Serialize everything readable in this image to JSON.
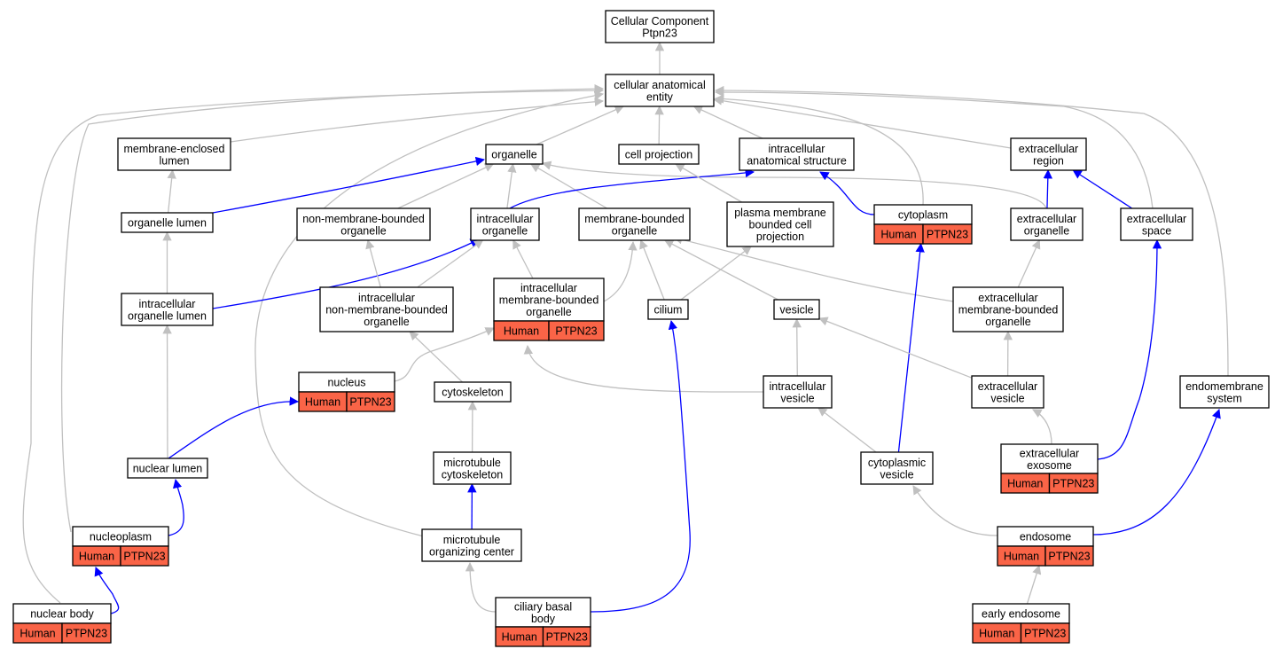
{
  "colors": {
    "gray_edge": "#c0c0c0",
    "blue_edge": "#0000ff",
    "annotation_fill": "#fa6447",
    "node_border": "#000000",
    "node_fill": "#ffffff"
  },
  "nodes": [
    {
      "id": "root",
      "lines": [
        "Cellular Component",
        "Ptpn23"
      ]
    },
    {
      "id": "cae",
      "lines": [
        "cellular anatomical",
        "entity"
      ]
    },
    {
      "id": "mel",
      "lines": [
        "membrane-enclosed",
        "lumen"
      ]
    },
    {
      "id": "organelle",
      "lines": [
        "organelle"
      ]
    },
    {
      "id": "cellproj",
      "lines": [
        "cell projection"
      ]
    },
    {
      "id": "ias",
      "lines": [
        "intracellular",
        "anatomical structure"
      ]
    },
    {
      "id": "exreg",
      "lines": [
        "extracellular",
        "region"
      ]
    },
    {
      "id": "orglumen",
      "lines": [
        "organelle lumen"
      ]
    },
    {
      "id": "nmbo",
      "lines": [
        "non-membrane-bounded",
        "organelle"
      ]
    },
    {
      "id": "intorg",
      "lines": [
        "intracellular",
        "organelle"
      ]
    },
    {
      "id": "mbo",
      "lines": [
        "membrane-bounded",
        "organelle"
      ]
    },
    {
      "id": "pmbcp",
      "lines": [
        "plasma membrane",
        "bounded cell",
        "projection"
      ]
    },
    {
      "id": "cytoplasm",
      "lines": [
        "cytoplasm"
      ],
      "annotation": [
        "Human",
        "PTPN23"
      ]
    },
    {
      "id": "exorg",
      "lines": [
        "extracellular",
        "organelle"
      ]
    },
    {
      "id": "exspace",
      "lines": [
        "extracellular",
        "space"
      ]
    },
    {
      "id": "iol",
      "lines": [
        "intracellular",
        "organelle lumen"
      ]
    },
    {
      "id": "inmbo",
      "lines": [
        "intracellular",
        "non-membrane-bounded",
        "organelle"
      ]
    },
    {
      "id": "imbo",
      "lines": [
        "intracellular",
        "membrane-bounded",
        "organelle"
      ],
      "annotation": [
        "Human",
        "PTPN23"
      ]
    },
    {
      "id": "cilium",
      "lines": [
        "cilium"
      ]
    },
    {
      "id": "vesicle",
      "lines": [
        "vesicle"
      ]
    },
    {
      "id": "exmbo",
      "lines": [
        "extracellular",
        "membrane-bounded",
        "organelle"
      ]
    },
    {
      "id": "nucleus",
      "lines": [
        "nucleus"
      ],
      "annotation": [
        "Human",
        "PTPN23"
      ]
    },
    {
      "id": "cytoskeleton",
      "lines": [
        "cytoskeleton"
      ]
    },
    {
      "id": "intves",
      "lines": [
        "intracellular",
        "vesicle"
      ]
    },
    {
      "id": "exves",
      "lines": [
        "extracellular",
        "vesicle"
      ]
    },
    {
      "id": "endomem",
      "lines": [
        "endomembrane",
        "system"
      ]
    },
    {
      "id": "nuclumen",
      "lines": [
        "nuclear lumen"
      ]
    },
    {
      "id": "mtcyto",
      "lines": [
        "microtubule",
        "cytoskeleton"
      ]
    },
    {
      "id": "cytoves",
      "lines": [
        "cytoplasmic",
        "vesicle"
      ]
    },
    {
      "id": "exosome",
      "lines": [
        "extracellular",
        "exosome"
      ],
      "annotation": [
        "Human",
        "PTPN23"
      ]
    },
    {
      "id": "nucleoplasm",
      "lines": [
        "nucleoplasm"
      ],
      "annotation": [
        "Human",
        "PTPN23"
      ]
    },
    {
      "id": "mtoc",
      "lines": [
        "microtubule",
        "organizing center"
      ]
    },
    {
      "id": "endosome",
      "lines": [
        "endosome"
      ],
      "annotation": [
        "Human",
        "PTPN23"
      ]
    },
    {
      "id": "nucbody",
      "lines": [
        "nuclear body"
      ],
      "annotation": [
        "Human",
        "PTPN23"
      ]
    },
    {
      "id": "cbb",
      "lines": [
        "ciliary basal",
        "body"
      ],
      "annotation": [
        "Human",
        "PTPN23"
      ]
    },
    {
      "id": "earlyendo",
      "lines": [
        "early endosome"
      ],
      "annotation": [
        "Human",
        "PTPN23"
      ]
    }
  ],
  "edges": [
    {
      "from": "cae",
      "to": "root",
      "color": "gray"
    },
    {
      "from": "mel",
      "to": "cae",
      "color": "gray"
    },
    {
      "from": "organelle",
      "to": "cae",
      "color": "gray"
    },
    {
      "from": "cellproj",
      "to": "cae",
      "color": "gray"
    },
    {
      "from": "ias",
      "to": "cae",
      "color": "gray"
    },
    {
      "from": "exreg",
      "to": "cae",
      "color": "gray"
    },
    {
      "from": "cytoplasm",
      "to": "cae",
      "color": "gray"
    },
    {
      "from": "exspace",
      "to": "cae",
      "color": "gray"
    },
    {
      "from": "endomem",
      "to": "cae",
      "color": "gray"
    },
    {
      "from": "nucleoplasm",
      "to": "cae",
      "color": "gray"
    },
    {
      "from": "nucbody",
      "to": "cae",
      "color": "gray"
    },
    {
      "from": "mtoc",
      "to": "cae",
      "color": "gray"
    },
    {
      "from": "orglumen",
      "to": "mel",
      "color": "gray"
    },
    {
      "from": "orglumen",
      "to": "organelle",
      "color": "blue"
    },
    {
      "from": "nmbo",
      "to": "organelle",
      "color": "gray"
    },
    {
      "from": "intorg",
      "to": "organelle",
      "color": "gray"
    },
    {
      "from": "mbo",
      "to": "organelle",
      "color": "gray"
    },
    {
      "from": "exorg",
      "to": "organelle",
      "color": "gray"
    },
    {
      "from": "intorg",
      "to": "ias",
      "color": "blue"
    },
    {
      "from": "cytoplasm",
      "to": "ias",
      "color": "blue"
    },
    {
      "from": "pmbcp",
      "to": "cellproj",
      "color": "gray"
    },
    {
      "from": "exorg",
      "to": "exreg",
      "color": "blue"
    },
    {
      "from": "exspace",
      "to": "exreg",
      "color": "blue"
    },
    {
      "from": "iol",
      "to": "orglumen",
      "color": "gray"
    },
    {
      "from": "iol",
      "to": "intorg",
      "color": "blue"
    },
    {
      "from": "inmbo",
      "to": "nmbo",
      "color": "gray"
    },
    {
      "from": "inmbo",
      "to": "intorg",
      "color": "gray"
    },
    {
      "from": "imbo",
      "to": "intorg",
      "color": "gray"
    },
    {
      "from": "imbo",
      "to": "mbo",
      "color": "gray"
    },
    {
      "from": "cilium",
      "to": "mbo",
      "color": "gray"
    },
    {
      "from": "vesicle",
      "to": "mbo",
      "color": "gray"
    },
    {
      "from": "exmbo",
      "to": "mbo",
      "color": "gray"
    },
    {
      "from": "cilium",
      "to": "pmbcp",
      "color": "gray"
    },
    {
      "from": "cytoves",
      "to": "cytoplasm",
      "color": "blue"
    },
    {
      "from": "exmbo",
      "to": "exorg",
      "color": "gray"
    },
    {
      "from": "exosome",
      "to": "exspace",
      "color": "blue"
    },
    {
      "from": "nuclumen",
      "to": "iol",
      "color": "gray"
    },
    {
      "from": "nucleus",
      "to": "imbo",
      "color": "gray"
    },
    {
      "from": "intves",
      "to": "imbo",
      "color": "gray"
    },
    {
      "from": "cbb",
      "to": "cilium",
      "color": "blue"
    },
    {
      "from": "intves",
      "to": "vesicle",
      "color": "gray"
    },
    {
      "from": "exves",
      "to": "vesicle",
      "color": "gray"
    },
    {
      "from": "exves",
      "to": "exmbo",
      "color": "gray"
    },
    {
      "from": "nuclumen",
      "to": "nucleus",
      "color": "blue"
    },
    {
      "from": "cytoskeleton",
      "to": "inmbo",
      "color": "gray"
    },
    {
      "from": "mtcyto",
      "to": "cytoskeleton",
      "color": "gray"
    },
    {
      "from": "cytoves",
      "to": "intves",
      "color": "gray"
    },
    {
      "from": "exosome",
      "to": "exves",
      "color": "gray"
    },
    {
      "from": "endosome",
      "to": "endomem",
      "color": "blue"
    },
    {
      "from": "nucleoplasm",
      "to": "nuclumen",
      "color": "blue"
    },
    {
      "from": "mtoc",
      "to": "mtcyto",
      "color": "blue"
    },
    {
      "from": "endosome",
      "to": "cytoves",
      "color": "gray"
    },
    {
      "from": "nucbody",
      "to": "nucleoplasm",
      "color": "blue"
    },
    {
      "from": "cbb",
      "to": "mtoc",
      "color": "gray"
    },
    {
      "from": "earlyendo",
      "to": "endosome",
      "color": "gray"
    }
  ]
}
